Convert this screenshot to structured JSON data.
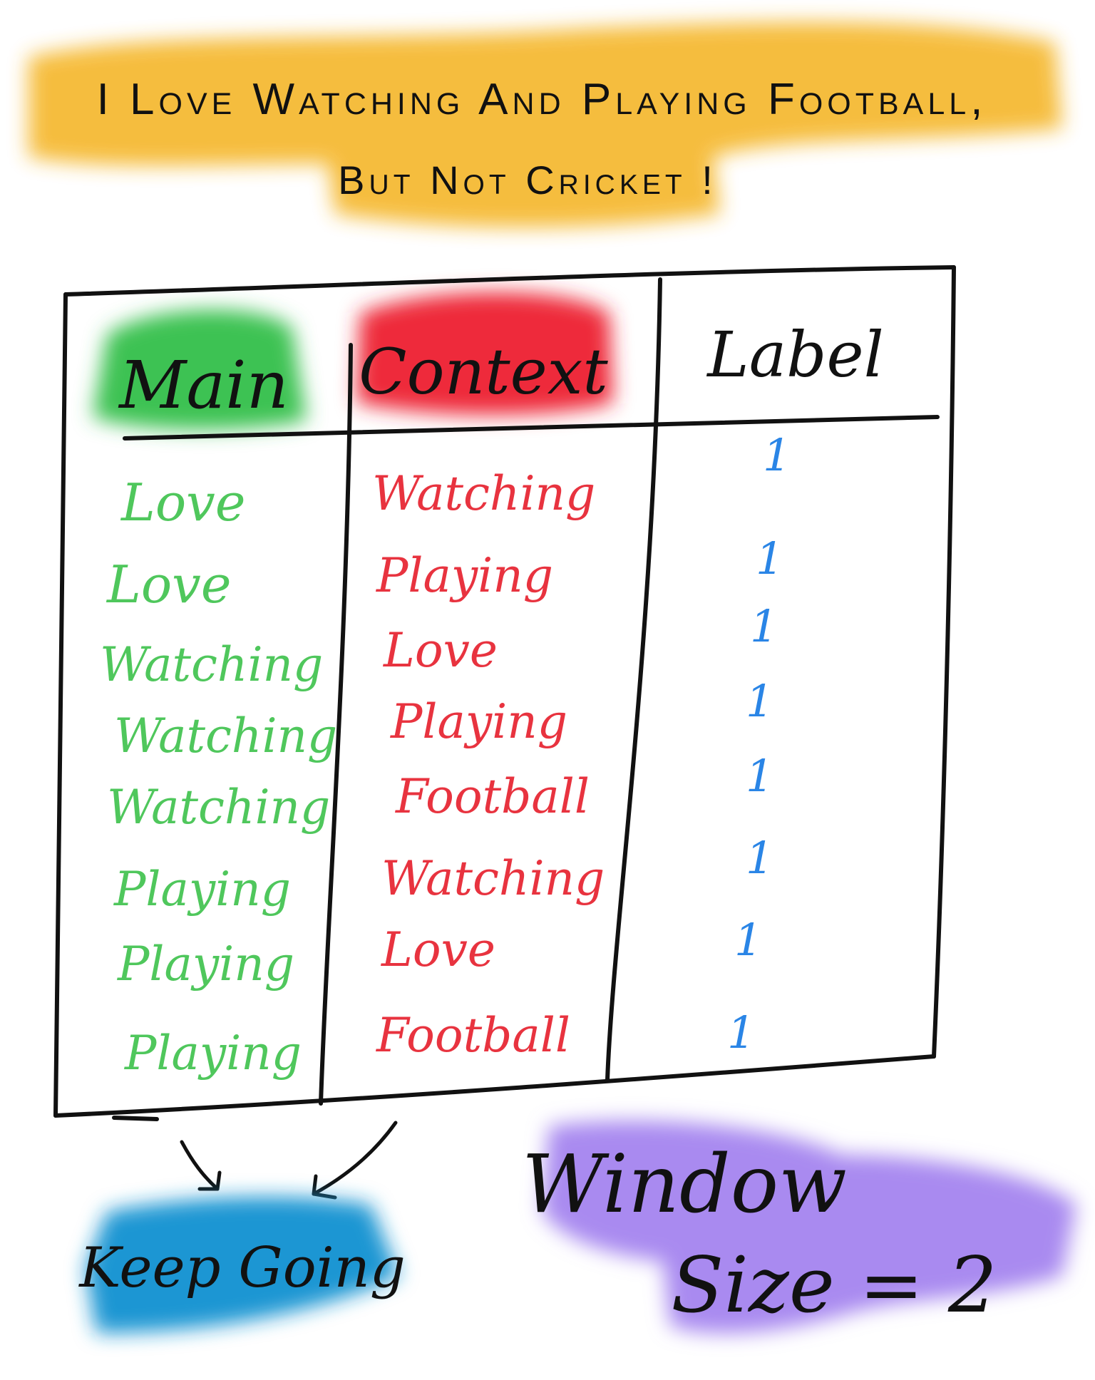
{
  "title": {
    "line1": "I Love Watching And Playing Football,",
    "line2": "But Not Cricket !"
  },
  "table": {
    "headers": {
      "main": "Main",
      "context": "Context",
      "label": "Label"
    },
    "rows": [
      {
        "main": "Love",
        "context": "Watching",
        "label": "1"
      },
      {
        "main": "Love",
        "context": "Playing",
        "label": "1"
      },
      {
        "main": "Watching",
        "context": "Love",
        "label": "1"
      },
      {
        "main": "Watching",
        "context": "Playing",
        "label": "1"
      },
      {
        "main": "Watching",
        "context": "Football",
        "label": "1"
      },
      {
        "main": "Playing",
        "context": "Watching",
        "label": "1"
      },
      {
        "main": "Playing",
        "context": "Love",
        "label": "1"
      },
      {
        "main": "Playing",
        "context": "Football",
        "label": "1"
      }
    ]
  },
  "keep_going": "Keep Going",
  "window": {
    "line1": "Window",
    "line2": "Size = 2"
  },
  "colors": {
    "title_highlight": "#f5b82e",
    "main_highlight": "#3cc253",
    "context_highlight": "#ee2a3a",
    "keep_going_highlight": "#1f96d3",
    "window_highlight": "#a98af0",
    "main_text": "#4fc75c",
    "context_text": "#e8333f",
    "label_text": "#2a85e6",
    "ink": "#111111"
  }
}
